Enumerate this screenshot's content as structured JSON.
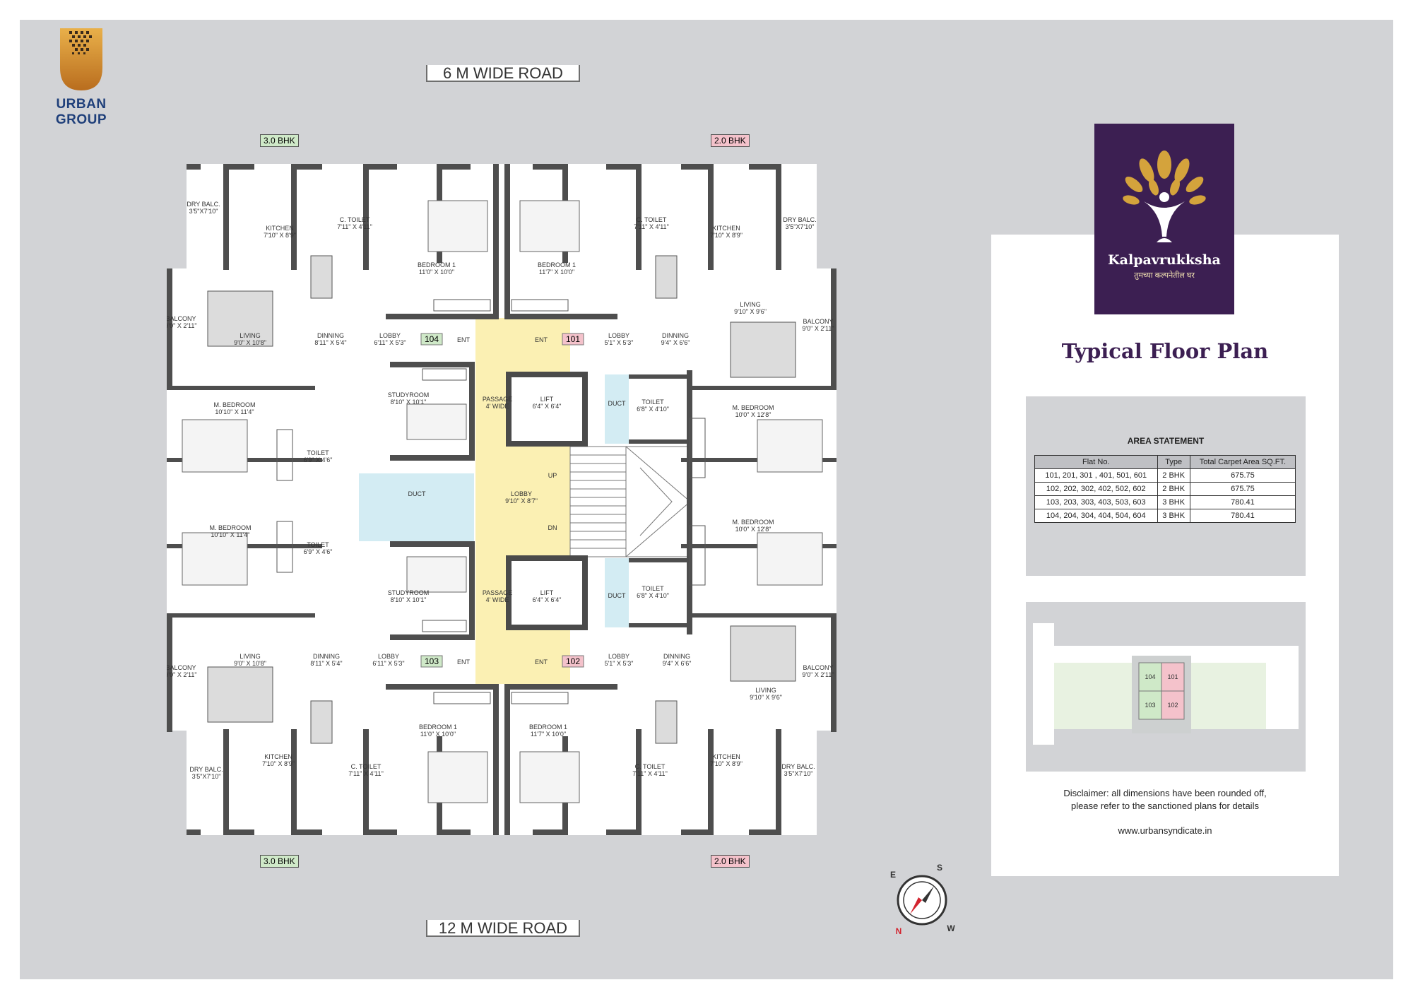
{
  "brand": {
    "company": "URBAN GROUP",
    "project": "Kalpavrukksha",
    "tagline": "तुमच्या कल्पनेतील घर"
  },
  "roads": {
    "top": "6 M WIDE ROAD",
    "bottom": "12 M WIDE ROAD"
  },
  "tags": {
    "tl": "3.0 BHK",
    "tr": "2.0 BHK",
    "bl": "3.0 BHK",
    "br": "2.0 BHK"
  },
  "plan": {
    "units": [
      "104",
      "101",
      "103",
      "102"
    ],
    "rooms": {
      "dry_balc_l": "DRY BALC.",
      "dry_balc_l_d": "3'5\"X7'10\"",
      "kitchen_l": "KITCHEN",
      "kitchen_l_d": "7'10\" X 8'9\"",
      "ctoilet_l": "C. TOILET",
      "ctoilet_l_d": "7'11\" X 4'11\"",
      "bed1_l": "BEDROOM 1",
      "bed1_l_d": "11'0\" X 10'0\"",
      "bed1_r": "BEDROOM 1",
      "bed1_r_d": "11'7\" X 10'0\"",
      "ctoilet_r": "C. TOILET",
      "ctoilet_r_d": "7'11\" X 4'11\"",
      "kitchen_r": "KITCHEN",
      "kitchen_r_d": "7'10\" X 8'9\"",
      "dry_balc_r": "DRY BALC.",
      "dry_balc_r_d": "3'5\"X7'10\"",
      "balcony_l": "BALCONY",
      "balcony_l_d": "9'0\" X 2'11\"",
      "living_l": "LIVING",
      "living_l_d": "9'0\" X 10'8\"",
      "dinning_l": "DINNING",
      "dinning_l_d": "8'11\" X 5'4\"",
      "lobby_l": "LOBBY",
      "lobby_l_d": "6'11\" X 5'3\"",
      "lobby_r": "LOBBY",
      "lobby_r_d": "5'1\" X 5'3\"",
      "dinning_r": "DINNING",
      "dinning_r_d": "9'4\" X 6'6\"",
      "living_r": "LIVING",
      "living_r_d": "9'10\" X 9'6\"",
      "balcony_r": "BALCONY",
      "balcony_r_d": "9'0\" X 2'11\"",
      "mbed_l": "M. BEDROOM",
      "mbed_l_d": "10'10\" X 11'4\"",
      "study": "STUDYROOM",
      "study_d": "8'10\" X 10'1\"",
      "passage": "PASSAGE",
      "passage_d": "4' WIDE",
      "lift": "LIFT",
      "lift_d": "6'4\" X 6'4\"",
      "duct": "DUCT",
      "toilet_r": "TOILET",
      "toilet_r_d": "6'8\" X 4'10\"",
      "mbed_r": "M. BEDROOM",
      "mbed_r_d": "10'0\" X 12'8\"",
      "toilet_l": "TOILET",
      "toilet_l_d": "6'9\" X 4'6\"",
      "lobby_c": "LOBBY",
      "lobby_c_d": "9'10\" X 8'7\"",
      "up": "UP",
      "dn": "DN",
      "ent": "ENT"
    }
  },
  "title": "Typical Floor Plan",
  "area_statement": {
    "heading": "AREA STATEMENT",
    "columns": [
      "Flat No.",
      "Type",
      "Total Carpet Area SQ.FT."
    ],
    "rows": [
      [
        "101, 201, 301 , 401, 501, 601",
        "2 BHK",
        "675.75"
      ],
      [
        "102, 202, 302, 402, 502, 602",
        "2 BHK",
        "675.75"
      ],
      [
        "103, 203, 303, 403, 503, 603",
        "3 BHK",
        "780.41"
      ],
      [
        "104, 204, 304, 404, 504, 604",
        "3 BHK",
        "780.41"
      ]
    ]
  },
  "key_plan": {
    "units": [
      "104",
      "101",
      "103",
      "102"
    ]
  },
  "disclaimer": {
    "line1": "Disclaimer: all dimensions have been rounded off,",
    "line2": "please refer to the sanctioned plans for details"
  },
  "website": "www.urbansyndicate.in",
  "compass": {
    "n": "N",
    "s": "S",
    "e": "E",
    "w": "W"
  },
  "colors": {
    "brand_purple": "#3c1f52",
    "gold": "#c98a2a",
    "passage_yellow": "#fbf0b3",
    "duct_blue": "#d3ecf3"
  }
}
